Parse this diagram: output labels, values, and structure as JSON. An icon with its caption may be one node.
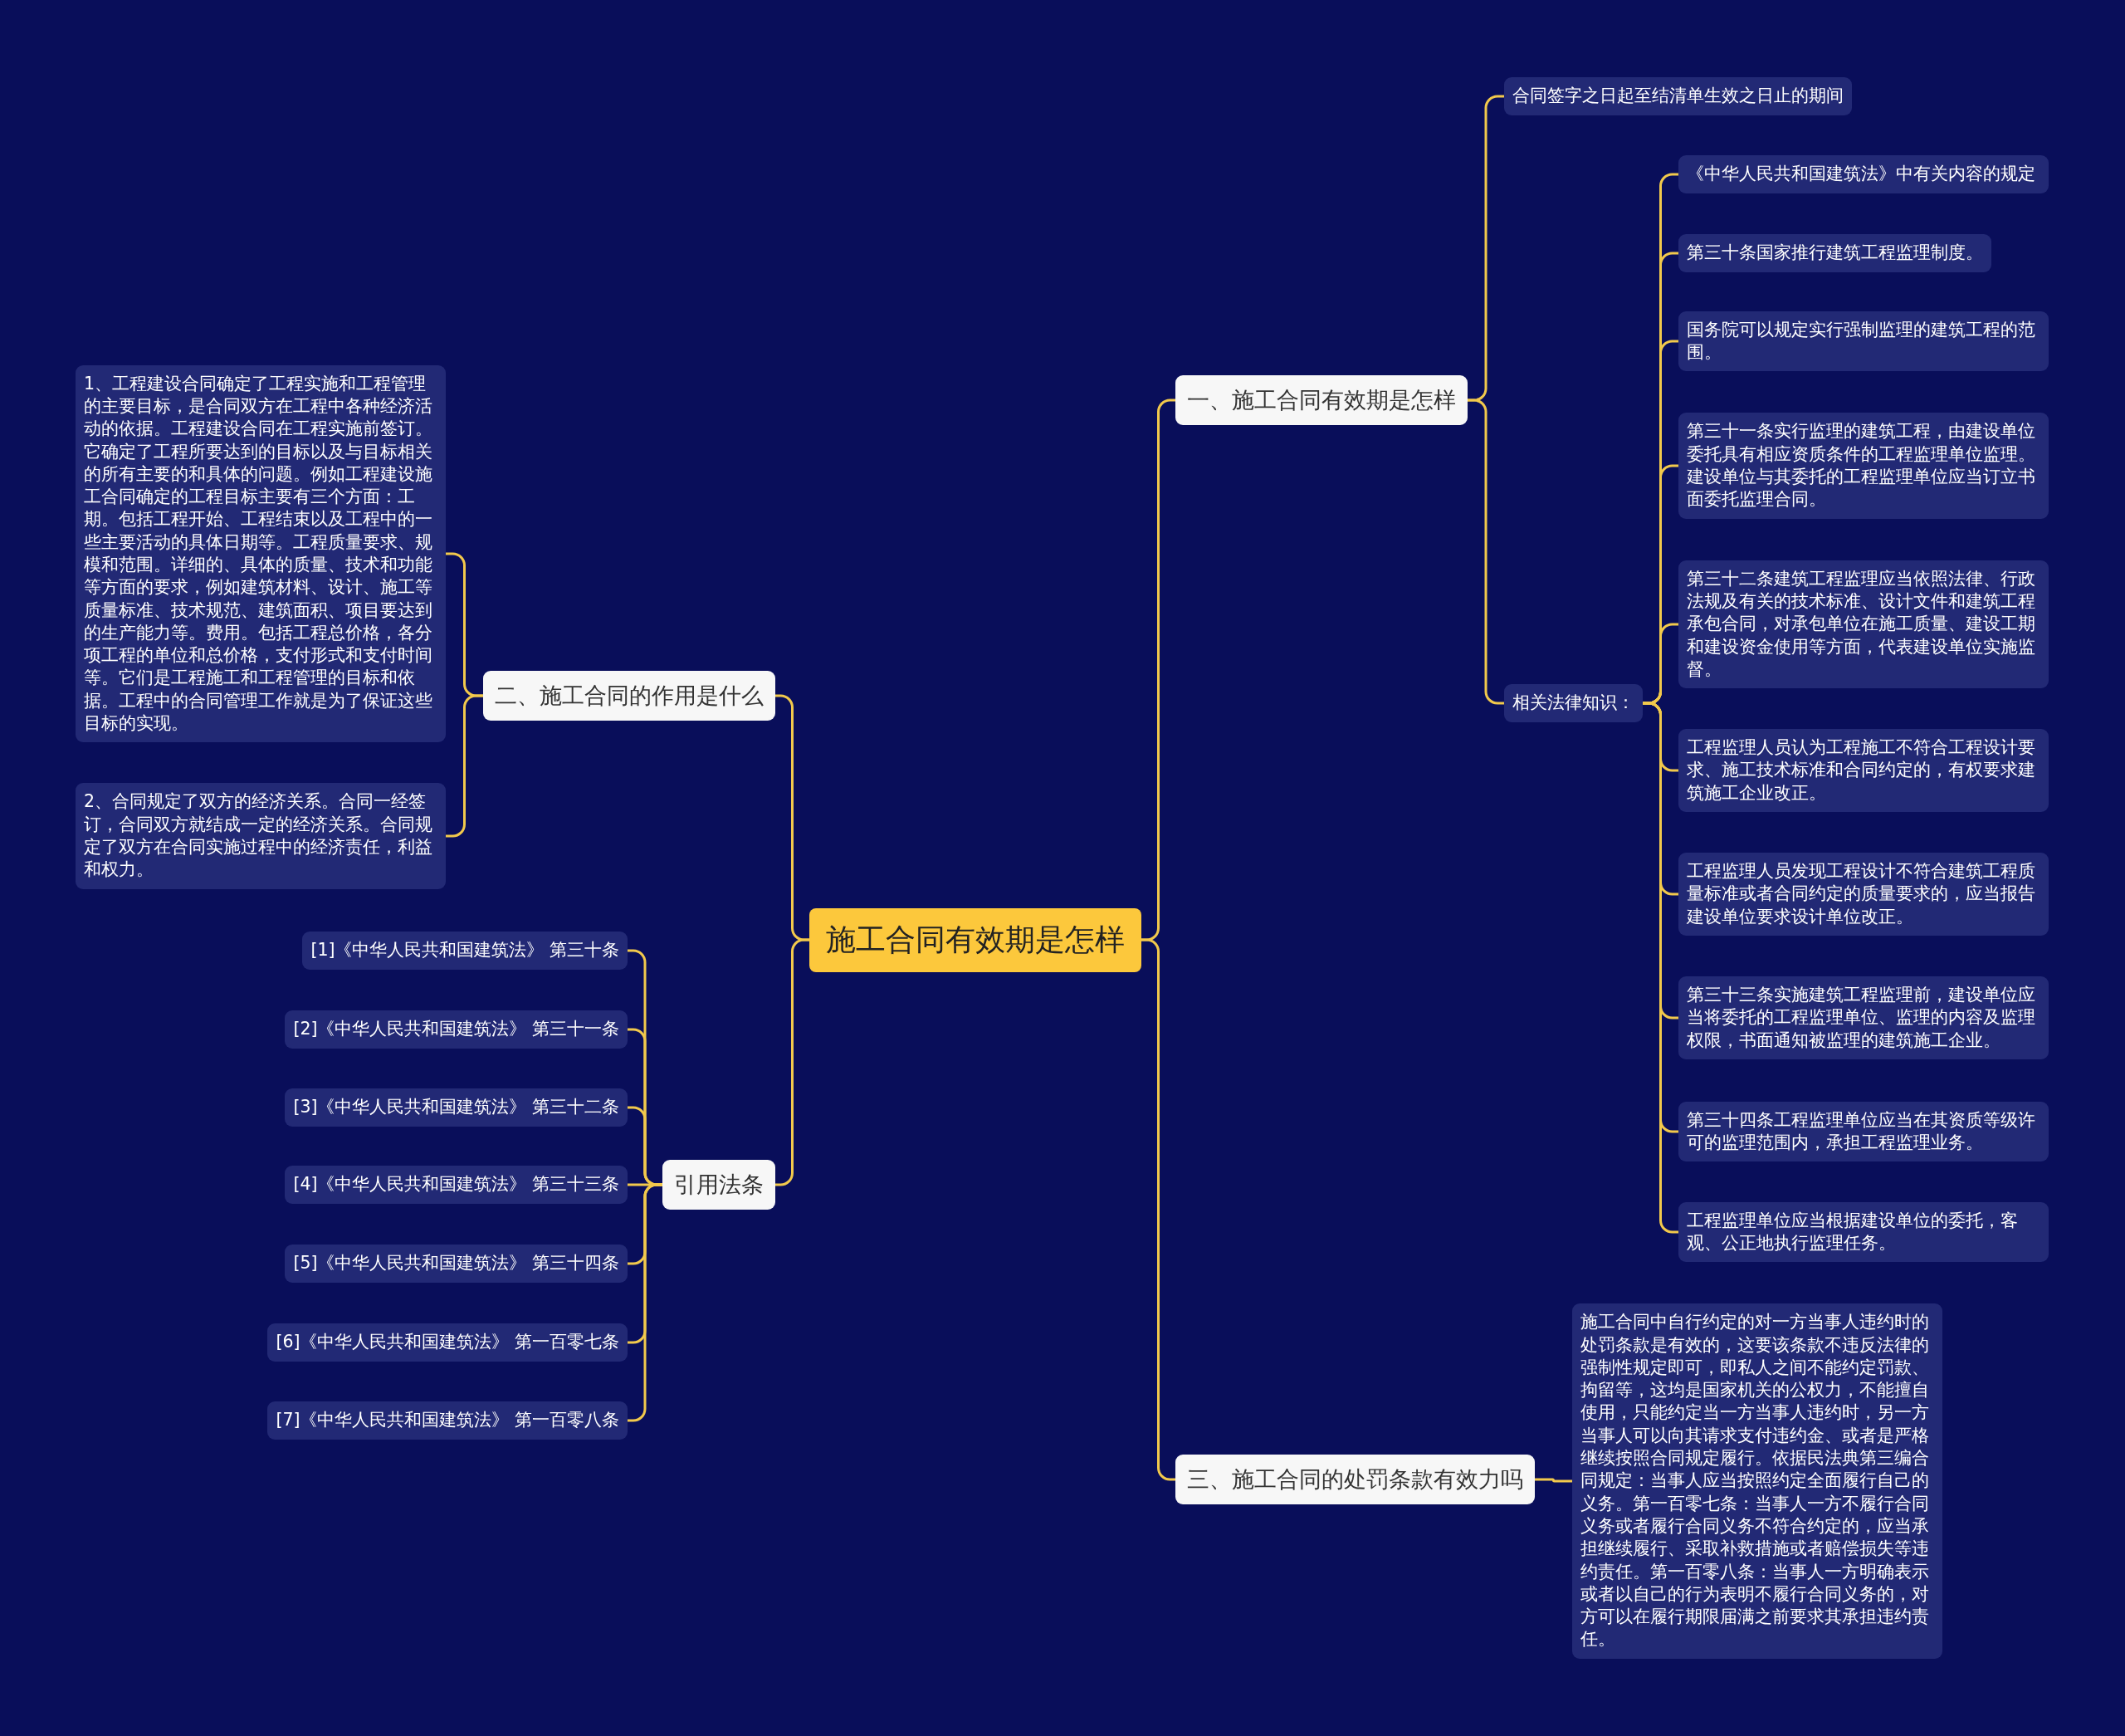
{
  "diagram": {
    "nodes": [
      {
        "text": [
          "施工合同有效期是怎样"
        ]
      },
      {
        "text": [
          "一、施工合同有效期是怎样"
        ]
      },
      {
        "text": [
          "合同签字之日起至结清单生效之日止的期间"
        ]
      },
      {
        "text": [
          "相关法律知识："
        ]
      },
      {
        "text": [
          "《中华人民共和国建筑法》中有关内容的规定"
        ]
      },
      {
        "text": [
          "第三十条国家推行建筑工程监理制度。"
        ]
      },
      {
        "text": [
          "国务院可以规定实行强制监理的建筑工程的范围。"
        ]
      },
      {
        "text": [
          "第三十一条实行监理的建筑工程，由建设单位委托具有相应资质条件的工程监理单位监理。建设单位与其委托的工程监理单位应当订立书面委托监理合同。"
        ]
      },
      {
        "text": [
          "第三十二条建筑工程监理应当依照法律、行政法规及有关的技术标准、设计文件和建筑工程承包合同，对承包单位在施工质量、建设工期和建设资金使用等方面，代表建设单位实施监督。"
        ]
      },
      {
        "text": [
          "工程监理人员认为工程施工不符合工程设计要求、施工技术标准和合同约定的，有权要求建筑施工企业改正。"
        ]
      },
      {
        "text": [
          "工程监理人员发现工程设计不符合建筑工程质量标准或者合同约定的质量要求的，应当报告建设单位要求设计单位改正。"
        ]
      },
      {
        "text": [
          "第三十三条实施建筑工程监理前，建设单位应当将委托的工程监理单位、监理的内容及监理权限，书面通知被监理的建筑施工企业。"
        ]
      },
      {
        "text": [
          "第三十四条工程监理单位应当在其资质等级许可的监理范围内，承担工程监理业务。"
        ]
      },
      {
        "text": [
          "工程监理单位应当根据建设单位的委托，客观、公正地执行监理任务。"
        ]
      },
      {
        "text": [
          "三、施工合同的处罚条款有效力吗"
        ]
      },
      {
        "text": [
          "施工合同中自行约定的对一方当事人违约时的处罚条款是有效的，这要该条款不违反法律的强制性规定即可，即私人之间不能约定罚款、拘留等，这均是国家机关的公权力，不能擅自使用，只能约定当一方当事人违约时，另一方当事人可以向其请求支付违约金、或者是严格继续按照合同规定履行。依据民法典第三编合同规定：当事人应当按照约定全面履行自己的义务。第一百零七条：当事人一方不履行合同义务或者履行合同义务不符合约定的，应当承担继续履行、采取补救措施或者赔偿损失等违约责任。第一百零八条：当事人一方明确表示或者以自己的行为表明不履行合同义务的，对方可以在履行期限届满之前要求其承担违约责任。"
        ]
      },
      {
        "text": [
          "二、施工合同的作用是什么"
        ]
      },
      {
        "text": [
          "1、工程建设合同确定了工程实施和工程管理的主要目标，是合同双方在工程中各种经济活动的依据。工程建设合同在工程实施前签订。它确定了工程所要达到的目标以及与目标相关的所有主要的和具体的问题。例如工程建设施工合同确定的工程目标主要有三个方面：工期。包括工程开始、工程结束以及工程中的一些主要活动的具体日期等。工程质量要求、规模和范围。详细的、具体的质量、技术和功能等方面的要求，例如建筑材料、设计、施工等质量标准、技术规范、建筑面积、项目要达到的生产能力等。费用。包括工程总价格，各分项工程的单位和总价格，支付形式和支付时间等。它们是工程施工和工程管理的目标和依据。工程中的合同管理工作就是为了保证这些目标的实现。"
        ]
      },
      {
        "text": [
          "2、合同规定了双方的经济关系。合同一经签订，合同双方就结成一定的经济关系。合同规定了双方在合同实施过程中的经济责任，利益和权力。"
        ]
      },
      {
        "text": [
          "引用法条"
        ]
      },
      {
        "text": [
          "[1]《中华人民共和国建筑法》 第三十条"
        ]
      },
      {
        "text": [
          "[2]《中华人民共和国建筑法》 第三十一条"
        ]
      },
      {
        "text": [
          "[3]《中华人民共和国建筑法》 第三十二条"
        ]
      },
      {
        "text": [
          "[4]《中华人民共和国建筑法》 第三十三条"
        ]
      },
      {
        "text": [
          "[5]《中华人民共和国建筑法》 第三十四条"
        ]
      },
      {
        "text": [
          "[6]《中华人民共和国建筑法》 第一百零七条"
        ]
      },
      {
        "text": [
          "[7]《中华人民共和国建筑法》 第一百零八条"
        ]
      }
    ],
    "edges": [
      {
        "from": 0,
        "to": 1,
        "arrow": "none"
      },
      {
        "from": 1,
        "to": 2,
        "arrow": "none"
      },
      {
        "from": 1,
        "to": 3,
        "arrow": "none"
      },
      {
        "from": 3,
        "to": 4,
        "arrow": "none"
      },
      {
        "from": 3,
        "to": 5,
        "arrow": "none"
      },
      {
        "from": 3,
        "to": 6,
        "arrow": "none"
      },
      {
        "from": 3,
        "to": 7,
        "arrow": "none"
      },
      {
        "from": 3,
        "to": 8,
        "arrow": "none"
      },
      {
        "from": 3,
        "to": 9,
        "arrow": "none"
      },
      {
        "from": 3,
        "to": 10,
        "arrow": "none"
      },
      {
        "from": 3,
        "to": 11,
        "arrow": "none"
      },
      {
        "from": 3,
        "to": 12,
        "arrow": "none"
      },
      {
        "from": 3,
        "to": 13,
        "arrow": "none"
      },
      {
        "from": 0,
        "to": 14,
        "arrow": "none"
      },
      {
        "from": 14,
        "to": 15,
        "arrow": "none"
      },
      {
        "from": 0,
        "to": 16,
        "arrow": "none"
      },
      {
        "from": 16,
        "to": 17,
        "arrow": "none"
      },
      {
        "from": 16,
        "to": 18,
        "arrow": "none"
      },
      {
        "from": 0,
        "to": 19,
        "arrow": "none"
      },
      {
        "from": 19,
        "to": 20,
        "arrow": "none"
      },
      {
        "from": 19,
        "to": 21,
        "arrow": "none"
      },
      {
        "from": 19,
        "to": 22,
        "arrow": "none"
      },
      {
        "from": 19,
        "to": 23,
        "arrow": "none"
      },
      {
        "from": 19,
        "to": 24,
        "arrow": "none"
      },
      {
        "from": 19,
        "to": 25,
        "arrow": "none"
      },
      {
        "from": 19,
        "to": 26,
        "arrow": "none"
      }
    ]
  }
}
